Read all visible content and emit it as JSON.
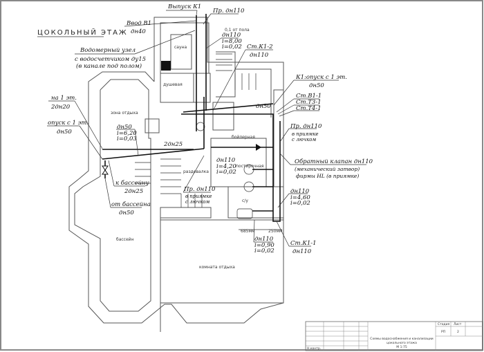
{
  "title": "ЦОКОЛЬНЫЙ ЭТАЖ",
  "rooms": {
    "sauna": "сауна",
    "shower": "душевая",
    "rest_zone": "зона отдыха",
    "boiler": "бойлерная",
    "laundry": "постирочная",
    "dressing": "раздевалка",
    "wc": "с/у",
    "pool": "бассейн",
    "lounge": "комната отдыха"
  },
  "labels": {
    "outlet": "Выпуск К1",
    "pr_top": "Пр. дн110",
    "inlet": [
      "Ввод В1",
      "дн40"
    ],
    "floor_offset": "0,1 от пола",
    "pipe_top": [
      "дн110",
      "i=8,00",
      "i=0,02"
    ],
    "meter": [
      "Водомерный узел",
      "с водосчетчиком ду15",
      "(в канале под полом)"
    ],
    "st_k1_2": [
      "Ст.К1-2",
      "дн110"
    ],
    "k1_drop": [
      "К1:опуск с 1 эт.",
      "дн50"
    ],
    "risers": [
      "Ст.В1-1",
      "Ст.Т3-1",
      "Ст.Т4-1"
    ],
    "to_1st": [
      "на 1 эт.",
      "2дн20"
    ],
    "dn50_mid": "дн50",
    "drop_1st": [
      "опуск с 1 эт.",
      "дн50"
    ],
    "pipe_left": [
      "дн50",
      "i=6,20",
      "i=0,03"
    ],
    "pr_right": [
      "Пр. дн110",
      "в приямке",
      "с лючком"
    ],
    "dn25": "2дн25",
    "check_valve": [
      "Обратный клапан  дн110",
      "(механический затвор)",
      "фирмы HL (в приямке)"
    ],
    "pipe_laundry": [
      "дн110",
      "i=4,20",
      "i=0,02"
    ],
    "to_pool": [
      "к бассейну",
      "2дн25"
    ],
    "pr_mid": [
      "Пр. дн110",
      "в приямке",
      "с лючком"
    ],
    "pipe_wc": [
      "дн110",
      "i=4,60",
      "i=0,02"
    ],
    "from_pool": [
      "от бассейна",
      "дн50"
    ],
    "pipe_bottom": [
      "дн110",
      "i=0,90",
      "i=0,02"
    ],
    "st_k1_1": [
      "Ст.К1-1",
      "дн110"
    ],
    "dims": [
      "685мм",
      "250мм"
    ]
  },
  "title_block": {
    "stage_h": "Стадия",
    "sheet_h": "Лист",
    "stage": "РП",
    "sheet": "2",
    "name": [
      "Схемы водоснабжения и канализации",
      "цокольного этажа",
      "М 1:75"
    ],
    "signer": "Н.контр."
  }
}
